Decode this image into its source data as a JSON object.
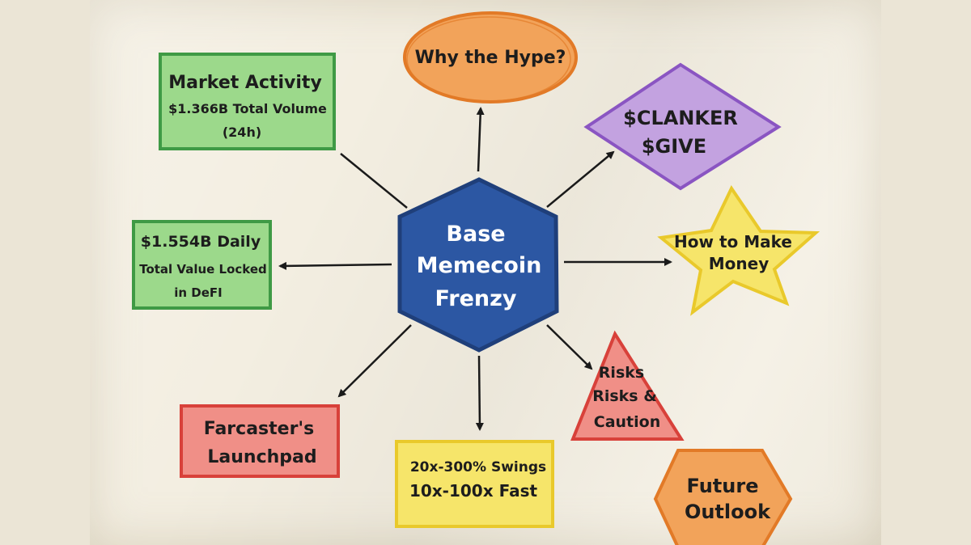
{
  "center": {
    "lines": [
      "Base",
      "Memecoin",
      "Frenzy"
    ]
  },
  "nodes": {
    "why_hype": {
      "lines": [
        "Why the Hype?"
      ]
    },
    "tokens": {
      "lines": [
        "$CLANKER",
        "$GIVE"
      ]
    },
    "make_money": {
      "lines": [
        "How to Make",
        "Money"
      ]
    },
    "risks": {
      "lines": [
        "Risks",
        "Risks &",
        "Caution"
      ]
    },
    "future": {
      "lines": [
        "Future",
        "Outlook"
      ]
    },
    "swings": {
      "lines": [
        "20x-300% Swings",
        "10x-100x Fast"
      ]
    },
    "farcaster": {
      "lines": [
        "Farcaster's",
        "Launchpad"
      ]
    },
    "tvl": {
      "lines": [
        "$1.554B Daily",
        "Total Value Locked",
        "in DeFI"
      ]
    },
    "market": {
      "lines": [
        "Market Activity",
        "$1.366B Total Volume",
        "(24h)"
      ]
    }
  },
  "colors": {
    "center_fill": "#2c57a3",
    "green_fill": "#9cd98b",
    "green_stroke": "#3f9a45",
    "orange_fill": "#f2a35a",
    "orange_stroke": "#e27a27",
    "purple_fill": "#c3a2e0",
    "purple_stroke": "#8a55c2",
    "yellow_fill": "#f6e56a",
    "yellow_stroke": "#e9c92b",
    "red_fill": "#f08f87",
    "red_stroke": "#d8413a"
  }
}
